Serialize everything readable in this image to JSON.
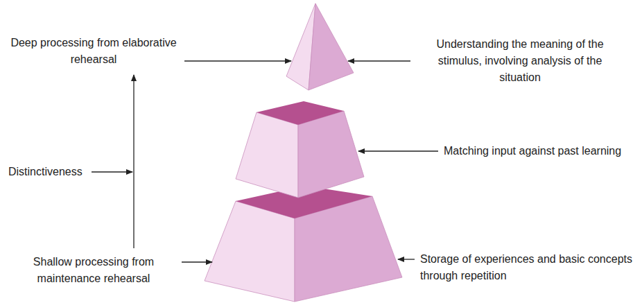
{
  "diagram": {
    "labels": [
      "Deep processing from elaborative rehearsal",
      "Understanding the meaning of the stimulus, involving analysis of the situation",
      "Distinctiveness",
      "Matching input against past learning",
      "Shallow processing from maintenance rehearsal",
      "Storage of experiences and basic concepts through repetition"
    ]
  }
}
